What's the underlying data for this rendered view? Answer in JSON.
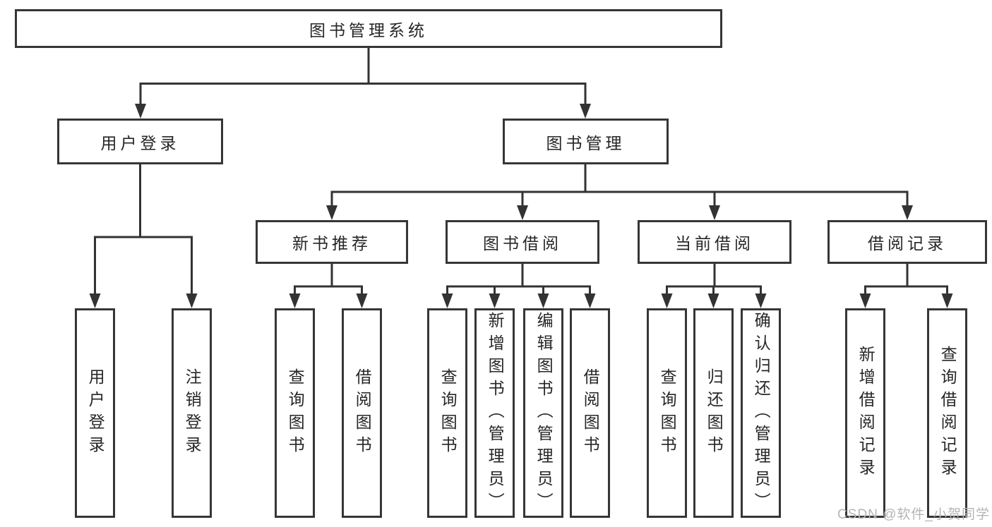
{
  "diagram": {
    "root_label": "图书管理系统",
    "branches": [
      {
        "label": "用户登录",
        "children": [
          "用户登录",
          "注销登录"
        ]
      },
      {
        "label": "图书管理",
        "children": [
          {
            "label": "新书推荐",
            "children": [
              "查询图书",
              "借阅图书"
            ]
          },
          {
            "label": "图书借阅",
            "children": [
              "查询图书",
              "新增图书（管理员）",
              "编辑图书（管理员）",
              "借阅图书"
            ]
          },
          {
            "label": "当前借阅",
            "children": [
              "查询图书",
              "归还图书",
              "确认归还（管理员）"
            ]
          },
          {
            "label": "借阅记录",
            "children": [
              "新增借阅记录",
              "查询借阅记录"
            ]
          }
        ]
      }
    ]
  },
  "watermark": {
    "text": "CSDN @软件_小贺同学"
  },
  "colors": {
    "line": "#333333",
    "box_border": "#363636",
    "text": "#262626",
    "watermark": "#b5b5b5",
    "background": "#ffffff"
  }
}
